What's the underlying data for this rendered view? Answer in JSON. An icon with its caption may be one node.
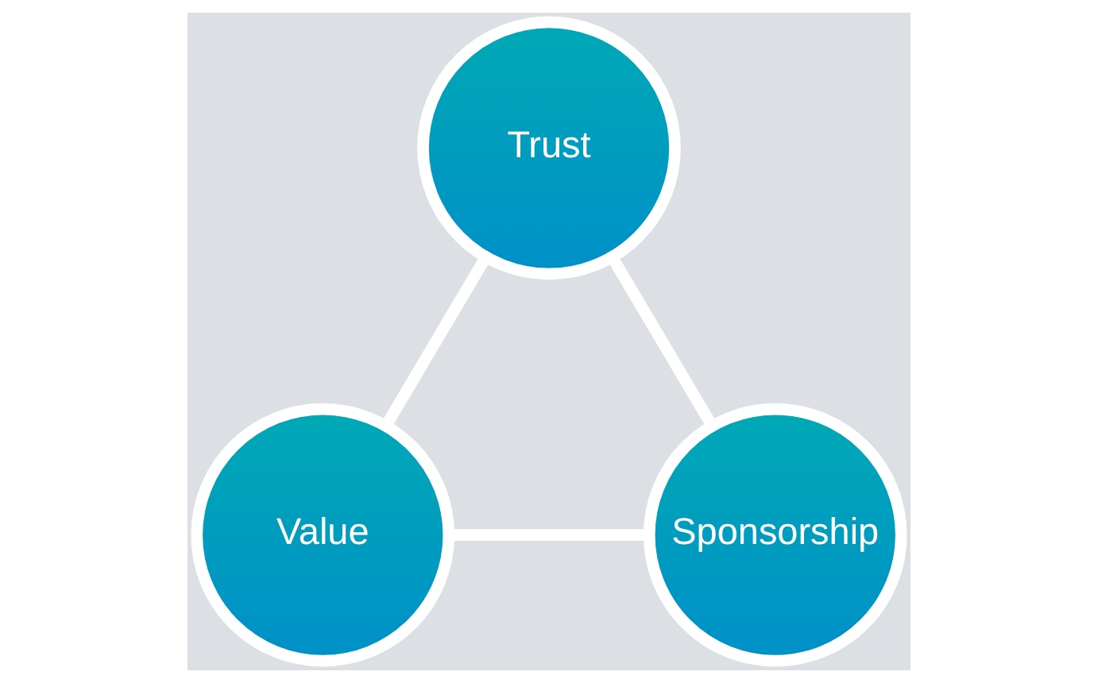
{
  "diagram": {
    "nodes": [
      {
        "text": [
          "Trust"
        ]
      },
      {
        "text": [
          "Value"
        ]
      },
      {
        "text": [
          "Sponsorship"
        ]
      }
    ],
    "edges": [
      {
        "from": 0,
        "to": 1,
        "arrow": "none"
      },
      {
        "from": 0,
        "to": 2,
        "arrow": "none"
      },
      {
        "from": 1,
        "to": 2,
        "arrow": "none"
      }
    ]
  }
}
